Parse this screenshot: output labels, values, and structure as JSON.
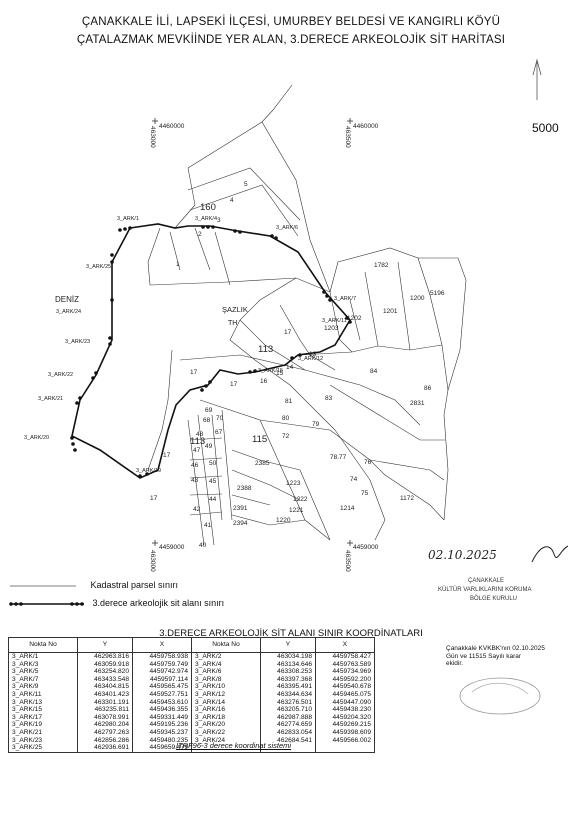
{
  "title": {
    "line1": "ÇANAKKALE İLİ, LAPSEKİ İLÇESİ, UMURBEY BELDESİ VE KANGIRLI KÖYÜ",
    "line2": "ÇATALAZMAK MEVKİİNDE YER ALAN, 3.DERECE ARKEOLOJİK SİT HARİTASI"
  },
  "map": {
    "scale": "5000",
    "grid": {
      "n4460000_left": "4460000",
      "e463000_top": "463000",
      "n4460000_right": "4460000",
      "e463500_top": "463500",
      "n4459000_left": "4459000",
      "e463000_bottom": "463000",
      "n4459000_right": "4459000",
      "e463500_bottom": "463500"
    },
    "place_labels": {
      "sea": "DENİZ",
      "marsh": "ŞAZLIK",
      "marsh2": "TH"
    },
    "parcels": [
      "5",
      "4",
      "160",
      "3",
      "2",
      "1",
      "1782",
      "5196",
      "1200",
      "1201",
      "1202",
      "1203",
      "17",
      "113",
      "13",
      "14",
      "15",
      "16",
      "17",
      "17",
      "84",
      "86",
      "83",
      "2831",
      "81",
      "80",
      "79",
      "72",
      "115",
      "69",
      "70",
      "68",
      "67",
      "48",
      "49",
      "50",
      "47",
      "46",
      "45",
      "44",
      "43",
      "113",
      "42",
      "41",
      "40",
      "17",
      "17",
      "2385",
      "2388",
      "1223",
      "2391",
      "2394",
      "1222",
      "1221",
      "1220",
      "1214",
      "1172",
      "76",
      "74",
      "75",
      "78.77"
    ],
    "points": {
      "p1": "3_ARK/1",
      "p4": "3_ARK/4",
      "p6": "3_ARK/6",
      "p25": "3_ARK/25",
      "p24": "3_ARK/24",
      "p23": "3_ARK/23",
      "p22": "3_ARK/22",
      "p21": "3_ARK/21",
      "p20": "3_ARK/20",
      "p19": "3_ARK/19",
      "p7": "3_ARK/7",
      "p11": "3_ARK/11",
      "p12": "3_ARK/12",
      "p15": "3_ARK/15"
    }
  },
  "signature": {
    "date": "02.10.2025",
    "office_line1": "ÇANAKKALE",
    "office_line2": "KÜLTÜR VARLIKLARINI KORUMA",
    "office_line3": "BÖLGE KURULU"
  },
  "legend": {
    "cadastral": "Kadastral parsel sınırı",
    "site": "3.derece arkeolojik sit alanı sınırı"
  },
  "coord_table": {
    "title": "3.DERECE ARKEOLOJİK SİT ALANI SINIR KOORDİNATLARI",
    "headers": [
      "Nokta  No",
      "Y",
      "X",
      "Nokta  No",
      "Y",
      "X"
    ],
    "rows": [
      [
        "3_ARK/1",
        "462963.816",
        "4459758.938",
        "3_ARK/2",
        "463034.198",
        "4459758.427"
      ],
      [
        "3_ARK/3",
        "463059.918",
        "4459759.749",
        "3_ARK/4",
        "463134.646",
        "4459763.589"
      ],
      [
        "3_ARK/5",
        "463254.820",
        "4459742.974",
        "3_ARK/6",
        "463308.253",
        "4459734.969"
      ],
      [
        "3_ARK/7",
        "463433.548",
        "4459597.114",
        "3_ARK/8",
        "463397.368",
        "4459592.200"
      ],
      [
        "3_ARK/9",
        "463404.815",
        "4459565.475",
        "3_ARK/10",
        "463395.491",
        "4459540.678"
      ],
      [
        "3_ARK/11",
        "463401.423",
        "4459527.751",
        "3_ARK/12",
        "463344.634",
        "4459465.075"
      ],
      [
        "3_ARK/13",
        "463301.191",
        "4459453.610",
        "3_ARK/14",
        "463276.501",
        "4459447.090"
      ],
      [
        "3_ARK/15",
        "463235.811",
        "4459436.355",
        "3_ARK/16",
        "463205.710",
        "4459438.230"
      ],
      [
        "3_ARK/17",
        "463078.991",
        "4459331.449",
        "3_ARK/18",
        "462987.888",
        "4459204.320"
      ],
      [
        "3_ARK/19",
        "462980.204",
        "4459195.236",
        "3_ARK/20",
        "462774.659",
        "4459269.215"
      ],
      [
        "3_ARK/21",
        "462797.263",
        "4459345.237",
        "3_ARK/22",
        "462833.054",
        "4459398.609"
      ],
      [
        "3_ARK/23",
        "462856.286",
        "4459480.235",
        "3_ARK/24",
        "462684.541",
        "4459566.002"
      ],
      [
        "3_ARK/25",
        "462936.691",
        "4459659.479",
        "",
        "",
        " "
      ]
    ],
    "system": "ITRF96-3 derece koordinat sistemi"
  },
  "approval_note": {
    "line1": "Çanakkale KVKBK'nın 02.10.2025",
    "line2": "Gün ve 11515 Sayılı karar",
    "line3": "ekidir."
  }
}
